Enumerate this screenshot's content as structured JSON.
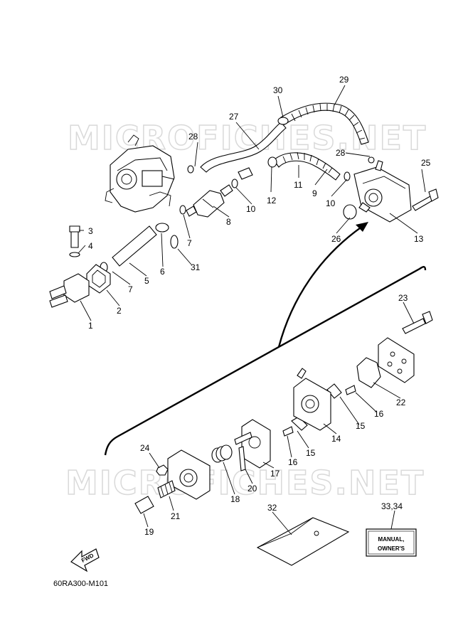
{
  "watermark": "MICROFICHES.NET",
  "drawing_code": "60RA300-M101",
  "fwd_label": "FWD",
  "manual_label_line1": "MANUAL,",
  "manual_label_line2": "OWNER'S",
  "callouts": {
    "c1": "1",
    "c2": "2",
    "c3": "3",
    "c4": "4",
    "c5": "5",
    "c6": "6",
    "c7a": "7",
    "c7b": "7",
    "c8": "8",
    "c9": "9",
    "c10a": "10",
    "c10b": "10",
    "c11": "11",
    "c12": "12",
    "c13": "13",
    "c14": "14",
    "c15a": "15",
    "c15b": "15",
    "c16a": "16",
    "c16b": "16",
    "c17": "17",
    "c18": "18",
    "c19": "19",
    "c20": "20",
    "c21": "21",
    "c22": "22",
    "c23": "23",
    "c24": "24",
    "c25": "25",
    "c26": "26",
    "c27": "27",
    "c28a": "28",
    "c28b": "28",
    "c29": "29",
    "c30": "30",
    "c31": "31",
    "c32": "32",
    "c3334": "33,34"
  }
}
